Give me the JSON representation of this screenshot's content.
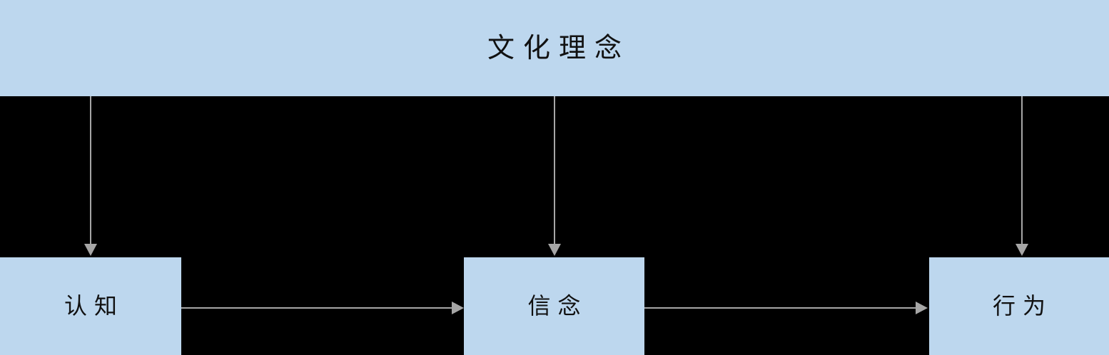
{
  "diagram": {
    "background_color": "#000000",
    "node_fill_color": "#bdd7ee",
    "connector_color": "#a6a6a6",
    "text_color": "#111111",
    "banner": {
      "title": "文化理念"
    },
    "nodes": [
      {
        "id": "cognition",
        "label": "认知"
      },
      {
        "id": "belief",
        "label": "信念"
      },
      {
        "id": "behavior",
        "label": "行为"
      }
    ],
    "connectors": {
      "vertical": [
        {
          "from": "文化理念",
          "to": "认知"
        },
        {
          "from": "文化理念",
          "to": "信念"
        },
        {
          "from": "文化理念",
          "to": "行为"
        }
      ],
      "horizontal": [
        {
          "from": "认知",
          "to": "信念"
        },
        {
          "from": "信念",
          "to": "行为"
        }
      ]
    }
  }
}
